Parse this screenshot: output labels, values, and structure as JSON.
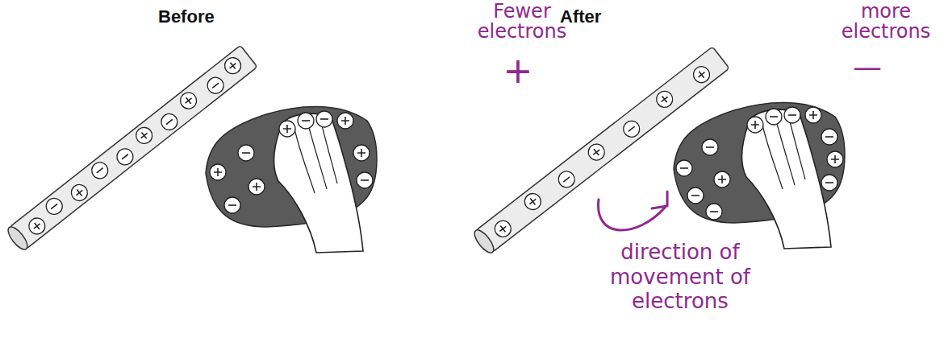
{
  "diagram": {
    "labels": [
      "Before",
      "After",
      "Fewer electrons",
      "+",
      "more electrons",
      "—",
      "direction of movement of electrons"
    ]
  }
}
